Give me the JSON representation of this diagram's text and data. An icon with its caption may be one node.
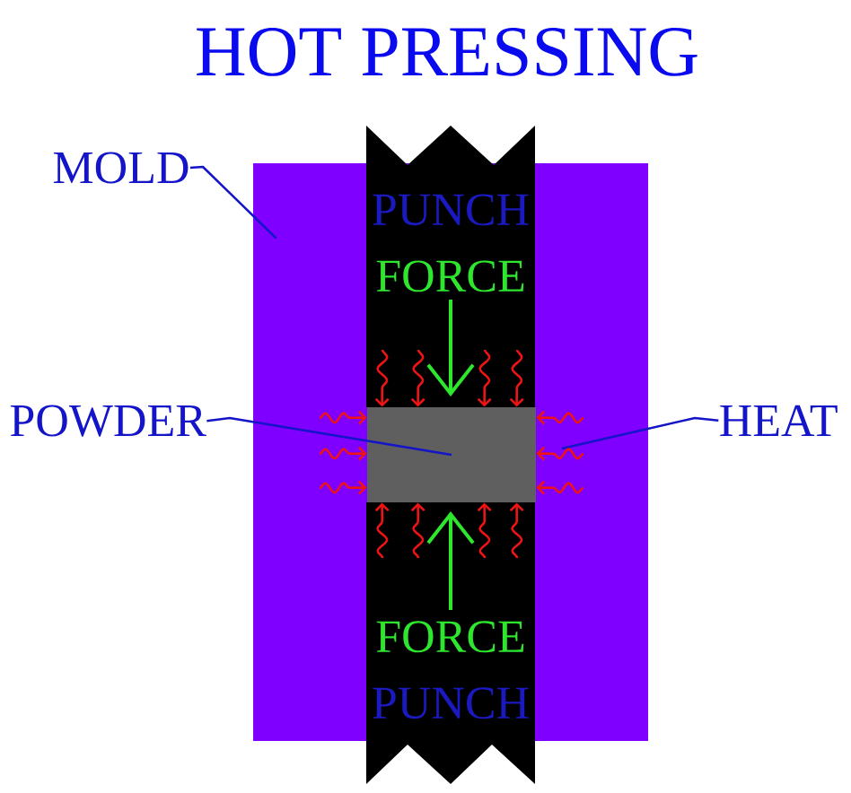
{
  "diagram": {
    "title": "HOT PRESSING",
    "nodes": [
      {
        "text": [
          "MOLD"
        ]
      },
      {
        "text": [],
        "shape": "box"
      },
      {
        "text": [
          "PUNCH",
          "FORCE"
        ]
      },
      {
        "text": [
          "POWDER"
        ]
      },
      {
        "text": [],
        "shape": "box",
        "in": 1
      },
      {
        "text": [
          "HEAT"
        ]
      },
      {
        "text": [
          "FORCE",
          "PUNCH"
        ]
      }
    ],
    "edges": [
      {
        "from": 0,
        "to": 1,
        "arrow": "none",
        "color": "#1414c8"
      },
      {
        "from": 3,
        "to": 4,
        "arrow": "none",
        "color": "#1414c8"
      },
      {
        "from": 5,
        "to": null,
        "arrow": "none",
        "color": "#1414c8"
      },
      {
        "from": 2,
        "to": 4,
        "arrow": "to"
      },
      {
        "from": 2,
        "to": 4,
        "arrow": "to"
      },
      {
        "from": 2,
        "to": 4,
        "arrow": "to"
      },
      {
        "from": 2,
        "to": 4,
        "arrow": "to"
      },
      {
        "from": null,
        "to": 4,
        "arrow": "to"
      },
      {
        "from": null,
        "to": 4,
        "arrow": "to"
      },
      {
        "from": null,
        "to": 4,
        "arrow": "to"
      },
      {
        "from": null,
        "to": 4,
        "arrow": "to"
      },
      {
        "from": null,
        "to": 4,
        "arrow": "to"
      },
      {
        "from": null,
        "to": 4,
        "arrow": "to"
      },
      {
        "from": 6,
        "to": 4,
        "arrow": "to"
      },
      {
        "from": 6,
        "to": 4,
        "arrow": "to"
      },
      {
        "from": 6,
        "to": 4,
        "arrow": "to"
      },
      {
        "from": 6,
        "to": 4,
        "arrow": "to"
      }
    ]
  }
}
